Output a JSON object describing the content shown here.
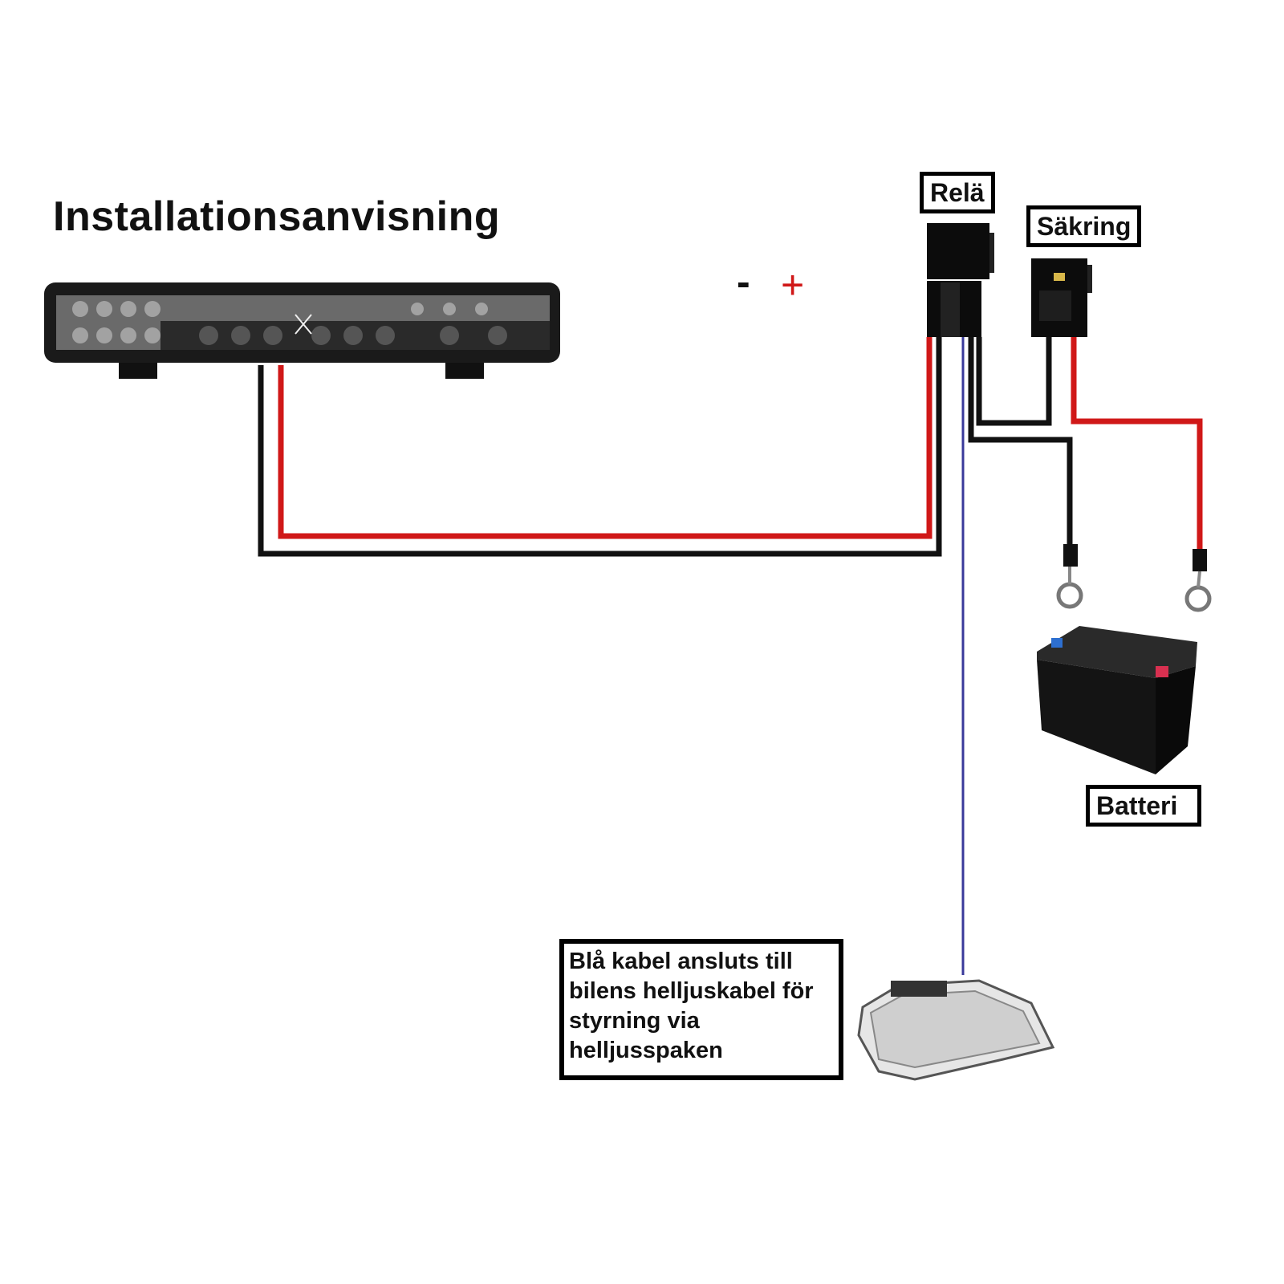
{
  "title": "Installationsanvisning",
  "labels": {
    "relay": "Relä",
    "fuse": "Säkring",
    "battery": "Batteri",
    "minus": "-",
    "plus": "+"
  },
  "note": "Blå kabel ansluts till bilens helljuskabel för styrning via helljusspaken",
  "colors": {
    "positive_wire": "#d01818",
    "negative_wire": "#111111",
    "control_wire": "#3a3a9a"
  }
}
